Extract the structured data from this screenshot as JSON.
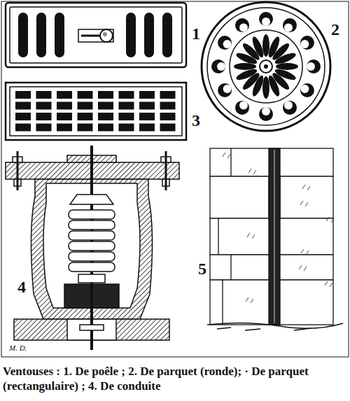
{
  "diagram": {
    "caption": "Ventouses : 1. De poêle ; 2. De parquet (ronde); · De parquet (rectangulaire) ; 4. De conduite",
    "labels": [
      "1",
      "2",
      "3",
      "4",
      "5",
      "M. D."
    ]
  }
}
